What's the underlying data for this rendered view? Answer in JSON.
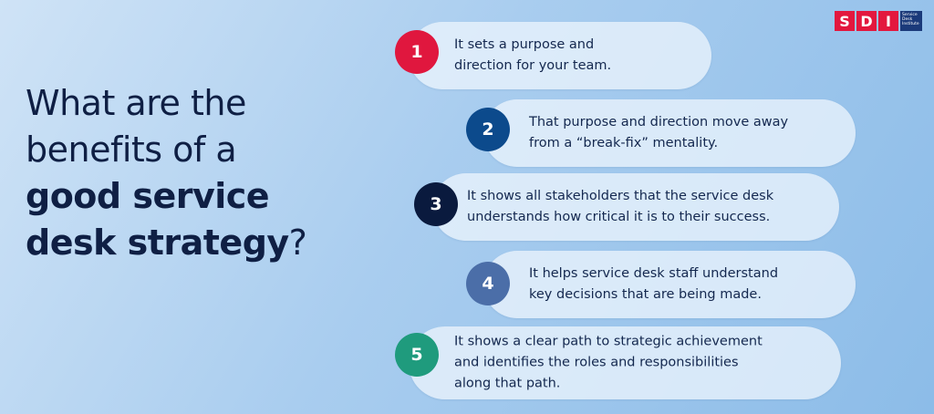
{
  "logo": {
    "letters": [
      "S",
      "D",
      "I"
    ],
    "tagline": "Service Desk Institute"
  },
  "title": {
    "line1": "What are the",
    "line2": "benefits of a",
    "bold1": "good service",
    "bold2": "desk strategy",
    "end": "?"
  },
  "benefits": [
    {
      "number": "1",
      "line1": "It sets a purpose and",
      "line2": "direction for your team.",
      "color": "#e0173e"
    },
    {
      "number": "2",
      "line1": "That purpose and direction move away",
      "line2": "from a “break-fix” mentality.",
      "color": "#0c4a8c"
    },
    {
      "number": "3",
      "line1": "It shows all stakeholders that the service desk",
      "line2": "understands how critical it is to their success.",
      "color": "#0a1a3e"
    },
    {
      "number": "4",
      "line1": "It helps service desk staff understand",
      "line2": "key decisions that are being made.",
      "color": "#4b6ea8"
    },
    {
      "number": "5",
      "line1": "It shows a clear path to strategic achievement",
      "line2": "and identifies the roles and responsibilities",
      "line3": "along that path.",
      "color": "#1f9b7d"
    }
  ]
}
